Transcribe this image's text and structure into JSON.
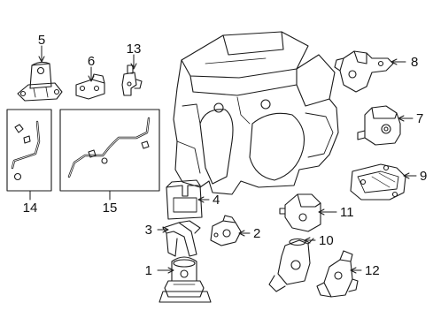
{
  "callouts": [
    {
      "id": "c1",
      "label": "1"
    },
    {
      "id": "c2",
      "label": "2"
    },
    {
      "id": "c3",
      "label": "3"
    },
    {
      "id": "c4",
      "label": "4"
    },
    {
      "id": "c5",
      "label": "5"
    },
    {
      "id": "c6",
      "label": "6"
    },
    {
      "id": "c7",
      "label": "7"
    },
    {
      "id": "c8",
      "label": "8"
    },
    {
      "id": "c9",
      "label": "9"
    },
    {
      "id": "c10",
      "label": "10"
    },
    {
      "id": "c11",
      "label": "11"
    },
    {
      "id": "c12",
      "label": "12"
    },
    {
      "id": "c13",
      "label": "13"
    },
    {
      "id": "c14",
      "label": "14"
    },
    {
      "id": "c15",
      "label": "15"
    }
  ],
  "colors": {
    "line": "#1a1a1a",
    "background": "#ffffff"
  }
}
